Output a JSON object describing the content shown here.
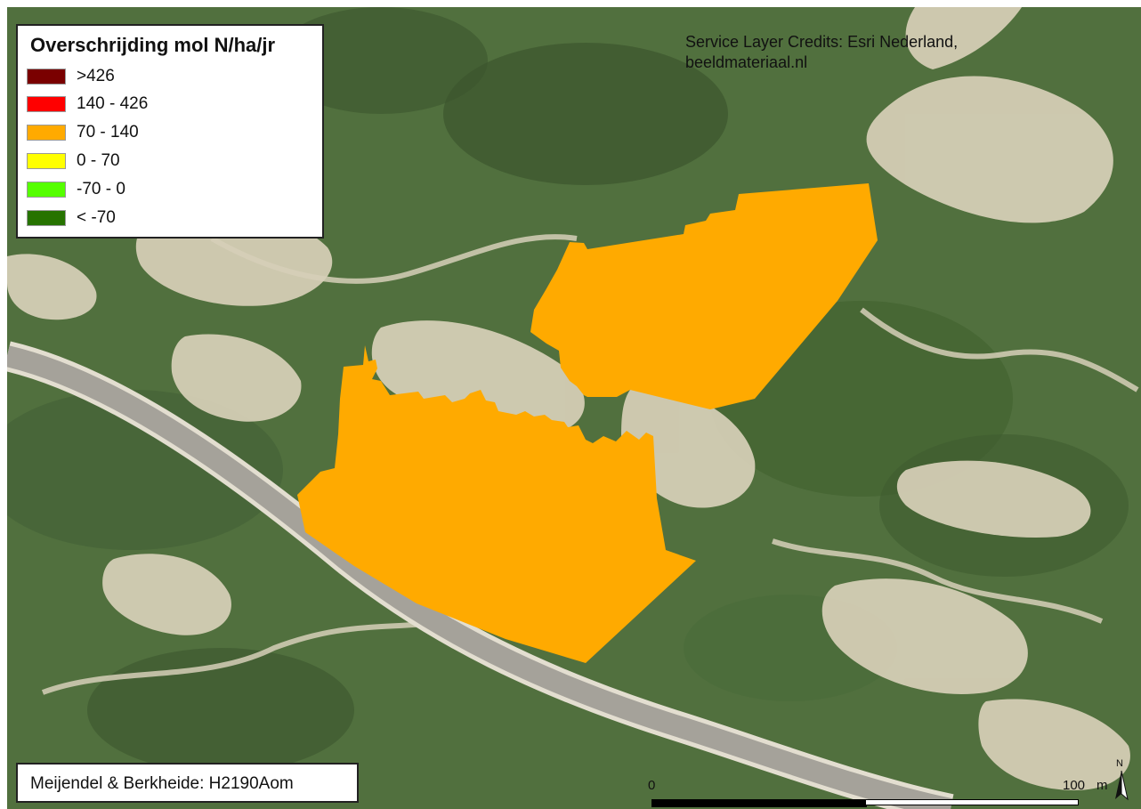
{
  "legend": {
    "title": "Overschrijding mol N/ha/jr",
    "items": [
      {
        "label": ">426",
        "color": "#7a0000"
      },
      {
        "label": "140 - 426",
        "color": "#ff0000"
      },
      {
        "label": "70 - 140",
        "color": "#ffaa00"
      },
      {
        "label": "0 - 70",
        "color": "#ffff00"
      },
      {
        "label": "-70 - 0",
        "color": "#55ff00"
      },
      {
        "label": "< -70",
        "color": "#267300"
      }
    ]
  },
  "credits": {
    "line1": "Service Layer Credits: Esri Nederland,",
    "line2": "beeldmateriaal.nl"
  },
  "site": {
    "label": "Meijendel & Berkheide: H2190Aom"
  },
  "scale": {
    "start_label": "0",
    "end_label": "100",
    "unit": "m"
  },
  "north": {
    "letter": "N"
  },
  "colors": {
    "habitat_fill": "#ffaa00",
    "vegetation": "#4f6b3d",
    "sand": "#d9d2bc",
    "road": "#a5a29a"
  }
}
